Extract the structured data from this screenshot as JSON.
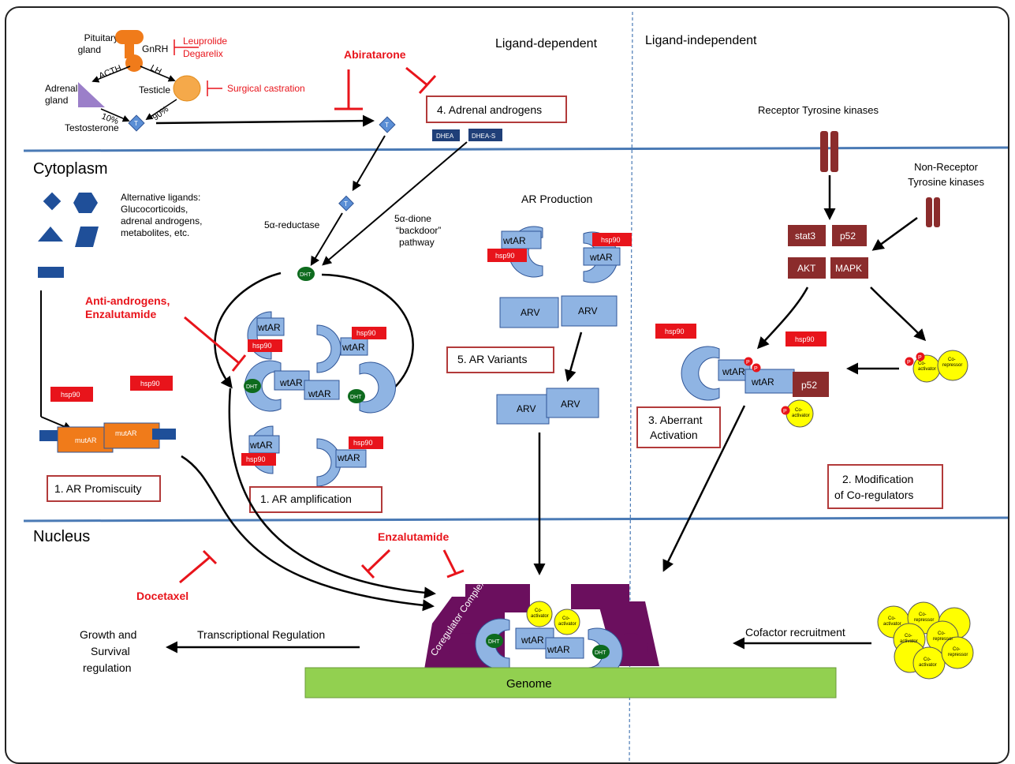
{
  "labels": {
    "ligand_dependent": "Ligand-dependent",
    "ligand_independent": "Ligand-independent",
    "cytoplasm": "Cytoplasm",
    "nucleus": "Nucleus",
    "pituitary": [
      "Pituitary",
      "gland"
    ],
    "gnrh": "GnRH",
    "adrenal": [
      "Adrenal",
      "gland"
    ],
    "testicle": "Testicle",
    "testosterone": "Testosterone",
    "acth": "ACTH",
    "lh": "LH",
    "pct10": "10%",
    "pct90": "90%",
    "t": "T",
    "dhea": "DHEA",
    "dhea_s": "DHEA-S",
    "alt_ligands": [
      "Alternative ligands:",
      "Glucocorticoids,",
      "adrenal androgens,",
      "metabolites, etc."
    ],
    "reductase": "5α-reductase",
    "backdoor": [
      "5α-dione",
      "“backdoor”",
      "pathway"
    ],
    "dht": "DHT",
    "wtar": "wtAR",
    "mutar": "mutAR",
    "hsp90": "hsp90",
    "ar_production": "AR Production",
    "arv": "ARV",
    "rtk": "Receptor Tyrosine kinases",
    "nrtk": [
      "Non-Receptor",
      "Tyrosine kinases"
    ],
    "stat3": "stat3",
    "p52": "p52",
    "akt": "AKT",
    "mapk": "MAPK",
    "p": "P",
    "coactivator": [
      "Co-",
      "activator"
    ],
    "corepressor": [
      "Co-",
      "repressor"
    ],
    "coregulator_complex": "Coregulator Complex",
    "genome": "Genome",
    "growth": [
      "Growth and",
      "Survival",
      "regulation"
    ],
    "transcriptional": "Transcriptional Regulation",
    "cofactor": "Cofactor recruitment"
  },
  "boxes": {
    "adrenal_androgens": "4. Adrenal androgens",
    "ar_promiscuity": "1. AR Promiscuity",
    "ar_amplification": "1. AR amplification",
    "ar_variants": "5. AR Variants",
    "aberrant": [
      "3. Aberrant",
      "Activation"
    ],
    "modification": [
      "2. Modification",
      "of Co-regulators"
    ]
  },
  "drugs": {
    "leuprolide": "Leuprolide",
    "degarelix": "Degarelix",
    "surgical": "Surgical castration",
    "abiraterone": "Abiratarone",
    "antiandrogens": [
      "Anti-androgens,",
      "Enzalutamide"
    ],
    "enzalutamide": "Enzalutamide",
    "docetaxel": "Docetaxel"
  },
  "colors": {
    "drug_red": "#e8141b",
    "box_border": "#b23a3a",
    "receptor_blue": "#8fb4e3",
    "receptor_dark": "#2f5597",
    "hsp_red": "#e8141b",
    "kinase_brown": "#8b2c2c",
    "dht_green": "#0e6b1e",
    "mut_orange": "#f07b1a",
    "membrane_blue": "#4a7ab5",
    "coreg_purple": "#6b0f5e",
    "genome_green": "#92d050",
    "cofactor_yellow": "#ffff00"
  }
}
